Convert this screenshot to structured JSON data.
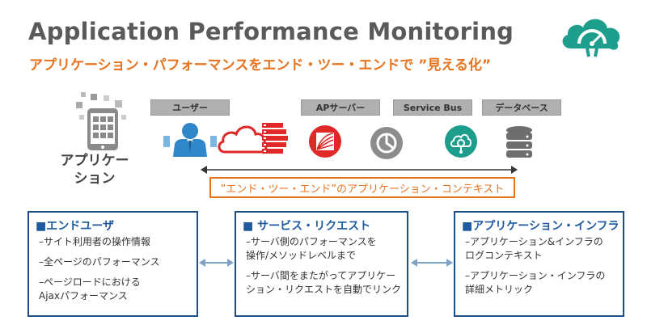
{
  "title": "Application Performance Monitoring",
  "subtitle": "アプリケーション・パフォーマンスをエンド・ツー・エンドで ”見える化”",
  "logo_icon": "cloud-gauge-icon",
  "flow": {
    "labels": [
      "ユーザー",
      "APサーバー",
      "Service Bus",
      "データベース"
    ],
    "app_label": "アプリケー\nション",
    "context": "”エンド・ツー・エンド”のアプリケーション・コンテキスト"
  },
  "panels": [
    {
      "title": "■エンドユーザ",
      "items": [
        "–サイト利用者の操作情報",
        "–全ページのパフォーマンス",
        "–ページロードにおける\nAjaxパフォーマンス"
      ]
    },
    {
      "title": "■ サービス・リクエスト",
      "items": [
        "–サーバ側のパフォーマンスを\n操作/メソッドレベルまで",
        "–サーバ間をまたがってアプリケー\nション・リクエストを自動でリンク"
      ]
    },
    {
      "title": "■アプリケーション・インフラ",
      "items": [
        "–アプリケーション&インフラの\nログコンテキスト",
        "–アプリケーション・インフラの\n詳細メトリック"
      ]
    }
  ],
  "colors": {
    "accent": "#e8731e",
    "panel_border": "#1e4f87",
    "panel_title": "#1e5a9e",
    "red": "#e02828",
    "teal": "#1d9e8c",
    "user_blue": "#2f86c8"
  }
}
